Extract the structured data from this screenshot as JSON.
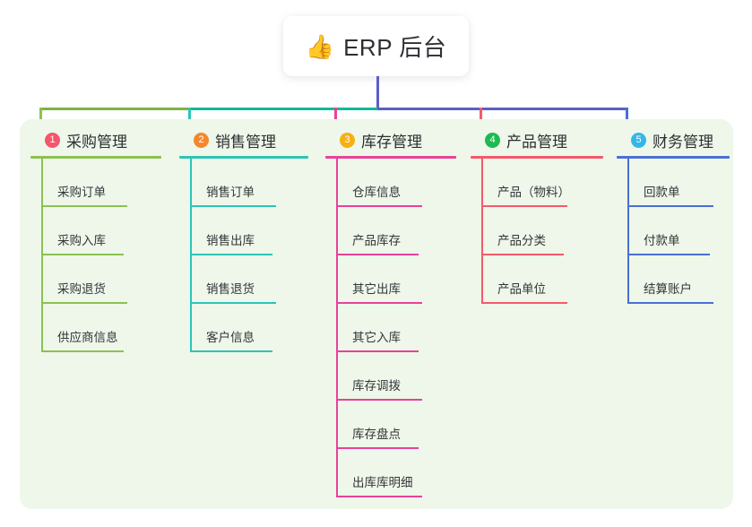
{
  "root": {
    "icon": "thumbs-up-icon",
    "icon_glyph": "👍",
    "title": "ERP 后台"
  },
  "connector": {
    "trunk_color": "#5b5fc7",
    "bar_segments": [
      {
        "color": "#7cb342"
      },
      {
        "color": "#12b99a"
      },
      {
        "color": "#5b5fc7"
      }
    ]
  },
  "panel": {
    "background": "#eef7e9"
  },
  "columns": [
    {
      "index": "1",
      "title": "采购管理",
      "color": "#8cc152",
      "badge_color": "#f4566b",
      "items": [
        "采购订单",
        "采购入库",
        "采购退货",
        "供应商信息"
      ]
    },
    {
      "index": "2",
      "title": "销售管理",
      "color": "#2ec4b6",
      "badge_color": "#f5872e",
      "items": [
        "销售订单",
        "销售出库",
        "销售退货",
        "客户信息"
      ]
    },
    {
      "index": "3",
      "title": "库存管理",
      "color": "#e8429a",
      "badge_color": "#f5b014",
      "items": [
        "仓库信息",
        "产品库存",
        "其它出库",
        "其它入库",
        "库存调拨",
        "库存盘点",
        "出库库明细"
      ]
    },
    {
      "index": "4",
      "title": "产品管理",
      "color": "#f4596b",
      "badge_color": "#1fb954",
      "items": [
        "产品（物料）",
        "产品分类",
        "产品单位"
      ]
    },
    {
      "index": "5",
      "title": "财务管理",
      "color": "#4a6fd4",
      "badge_color": "#34b6e8",
      "items": [
        "回款单",
        "付款单",
        "结算账户"
      ]
    }
  ]
}
